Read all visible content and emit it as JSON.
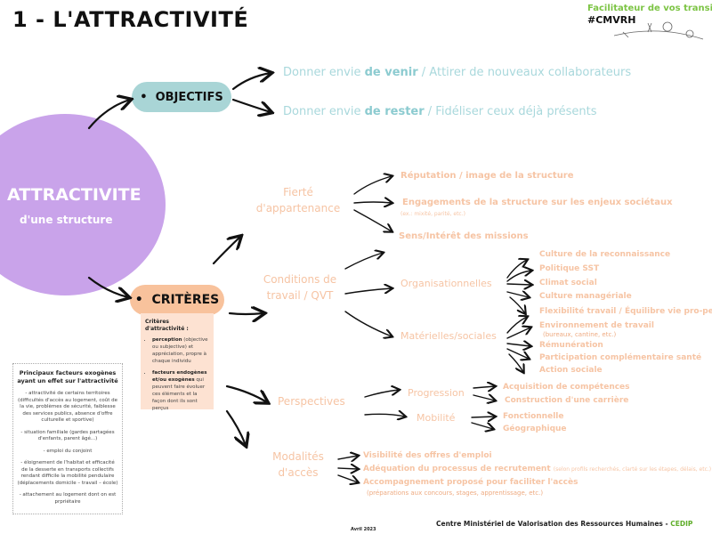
{
  "title": "1 - L'ATTRACTIVITÉ",
  "brand": {
    "tagline": "Facilitateur de vos transitions",
    "hashtag": "#CMVRH"
  },
  "center": {
    "title": "ATTRACTIVITE",
    "subtitle": "d'une structure"
  },
  "objectifs": {
    "label": "OBJECTIFS",
    "items": [
      {
        "pre": "Donner envie ",
        "bold": "de venir",
        "post": " / Attirer de nouveaux collaborateurs"
      },
      {
        "pre": "Donner envie ",
        "bold": "de rester",
        "post": " / Fidéliser ceux déjà présents"
      }
    ]
  },
  "criteres": {
    "label": "CRITÈRES",
    "box_title": "Critères d'attractivité :",
    "box_items": [
      {
        "bold": "perception",
        "text": " (objective ou subjective) et appréciation, propre à chaque individu"
      },
      {
        "bold": "facteurs endogènes et/ou exogènes",
        "text": " qui peuvent faire évoluer ces éléments et la façon dont ils sont perçus"
      }
    ]
  },
  "exogenes": {
    "title": "Principaux facteurs exogènes ayant un effet sur l'attractivité",
    "items": [
      "- attractivité de certains territoires (difficultés d'accès au logement, coût de la vie, problèmes de sécurité, faiblesse des services publics, absence d'offre culturelle et sportive)",
      "- situation familiale (gardes partagées d'enfants, parent âgé...)",
      "- emploi du conjoint",
      "- éloignement de l'habitat et efficacité de la desserte en transports collectifs rendant difficile la mobilité pendulaire (déplacements domicile – travail – école)",
      "- attachement au logement dont on est prpriétaire"
    ]
  },
  "fierte": {
    "label": "Fierté d'appartenance",
    "items": [
      "Réputation / image de la structure",
      "Engagements de la structure sur les enjeux sociétaux",
      "Sens/Intérêt des missions"
    ],
    "note": "(ex.: mixité, parité, etc.)"
  },
  "conditions": {
    "label": "Conditions de travail / QVT",
    "organisationnelles": "Organisationnelles",
    "materielles": "Matérielles/sociales",
    "items": [
      "Culture de la reconnaissance",
      "Politique SST",
      "Climat social",
      "Culture managériale",
      "Flexibilité travail / Équilibre vie pro-perso",
      "Environnement de travail",
      "Rémunération",
      "Participation complémentaire santé",
      "Action sociale"
    ],
    "env_note": "(bureaux, cantine, etc.)"
  },
  "perspectives": {
    "label": "Perspectives",
    "progression": "Progression",
    "mobilite": "Mobilité",
    "progression_items": [
      "Acquisition de compétences",
      "Construction d'une carrière"
    ],
    "mobilite_items": [
      "Fonctionnelle",
      "Géographique"
    ]
  },
  "modalites": {
    "label": "Modalités d'accès",
    "items": [
      {
        "text": "Visibilité des offres d'emploi",
        "note": ""
      },
      {
        "text": "Adéquation du processus de recrutement",
        "note": "(selon profils recherchés, clarté sur les étapes, délais, etc.)"
      },
      {
        "text": "Accompagnement proposé pour faciliter l'accès",
        "note": "(préparations aux concours, stages, apprentissage, etc.)"
      }
    ]
  },
  "footer": {
    "org": "Centre Ministériel de Valorisation des Ressources Humaines - ",
    "acronym": "CEDIP",
    "date": "Avril 2023"
  },
  "colors": {
    "peach": "#f6c4a4",
    "teal": "#a9d5d6",
    "purple": "#c9a3ea",
    "green": "#7cc444"
  }
}
